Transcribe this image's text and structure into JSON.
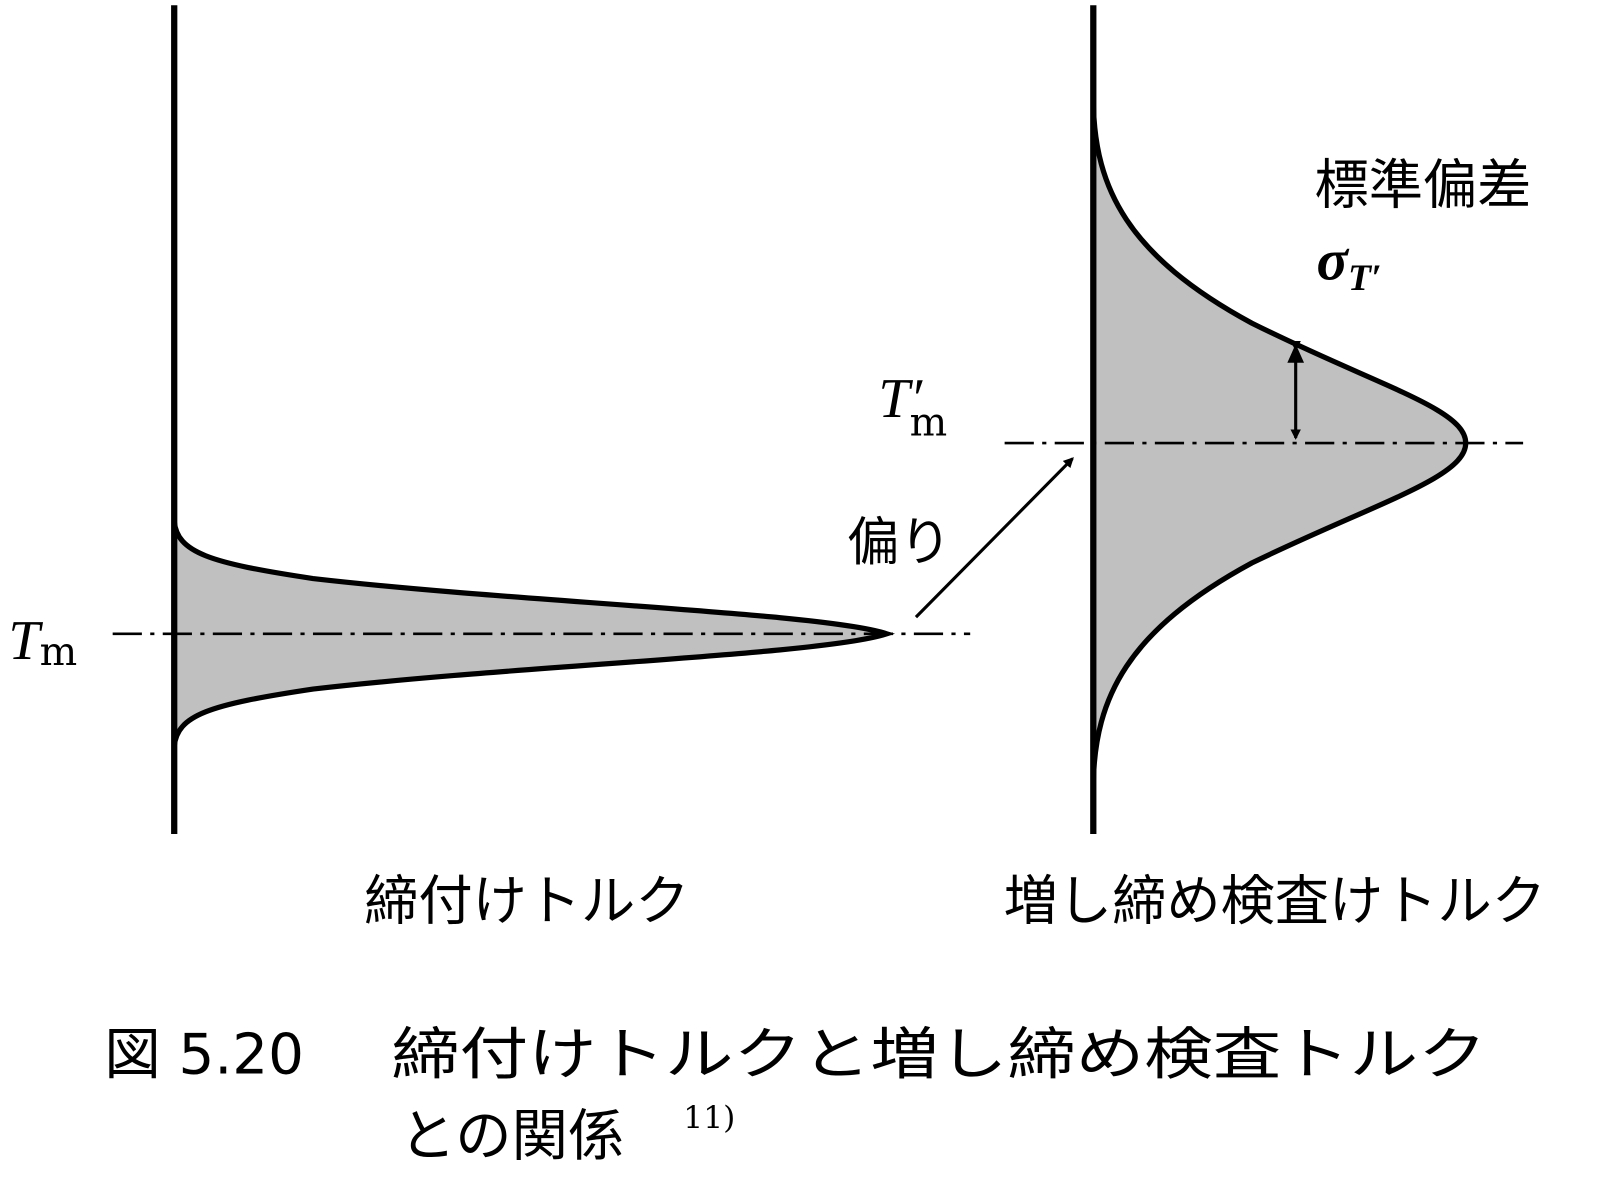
{
  "labels": {
    "tm": "T",
    "tm_sub": "m",
    "tm_prime": "T′",
    "tm_prime_sub": "m",
    "bias": "偏り",
    "std_dev": "標準偏差",
    "sigma": "σ",
    "sigma_sub": "T′",
    "left_axis": "締付けトルク",
    "right_axis": "増し締め検査けトルク"
  },
  "caption": {
    "number": "図 5.20",
    "line1": "締付けトルクと増し締め検査トルク",
    "line2": "との関係",
    "ref": "11)"
  },
  "colors": {
    "fill": "#c0c0c0",
    "line": "#000000"
  }
}
